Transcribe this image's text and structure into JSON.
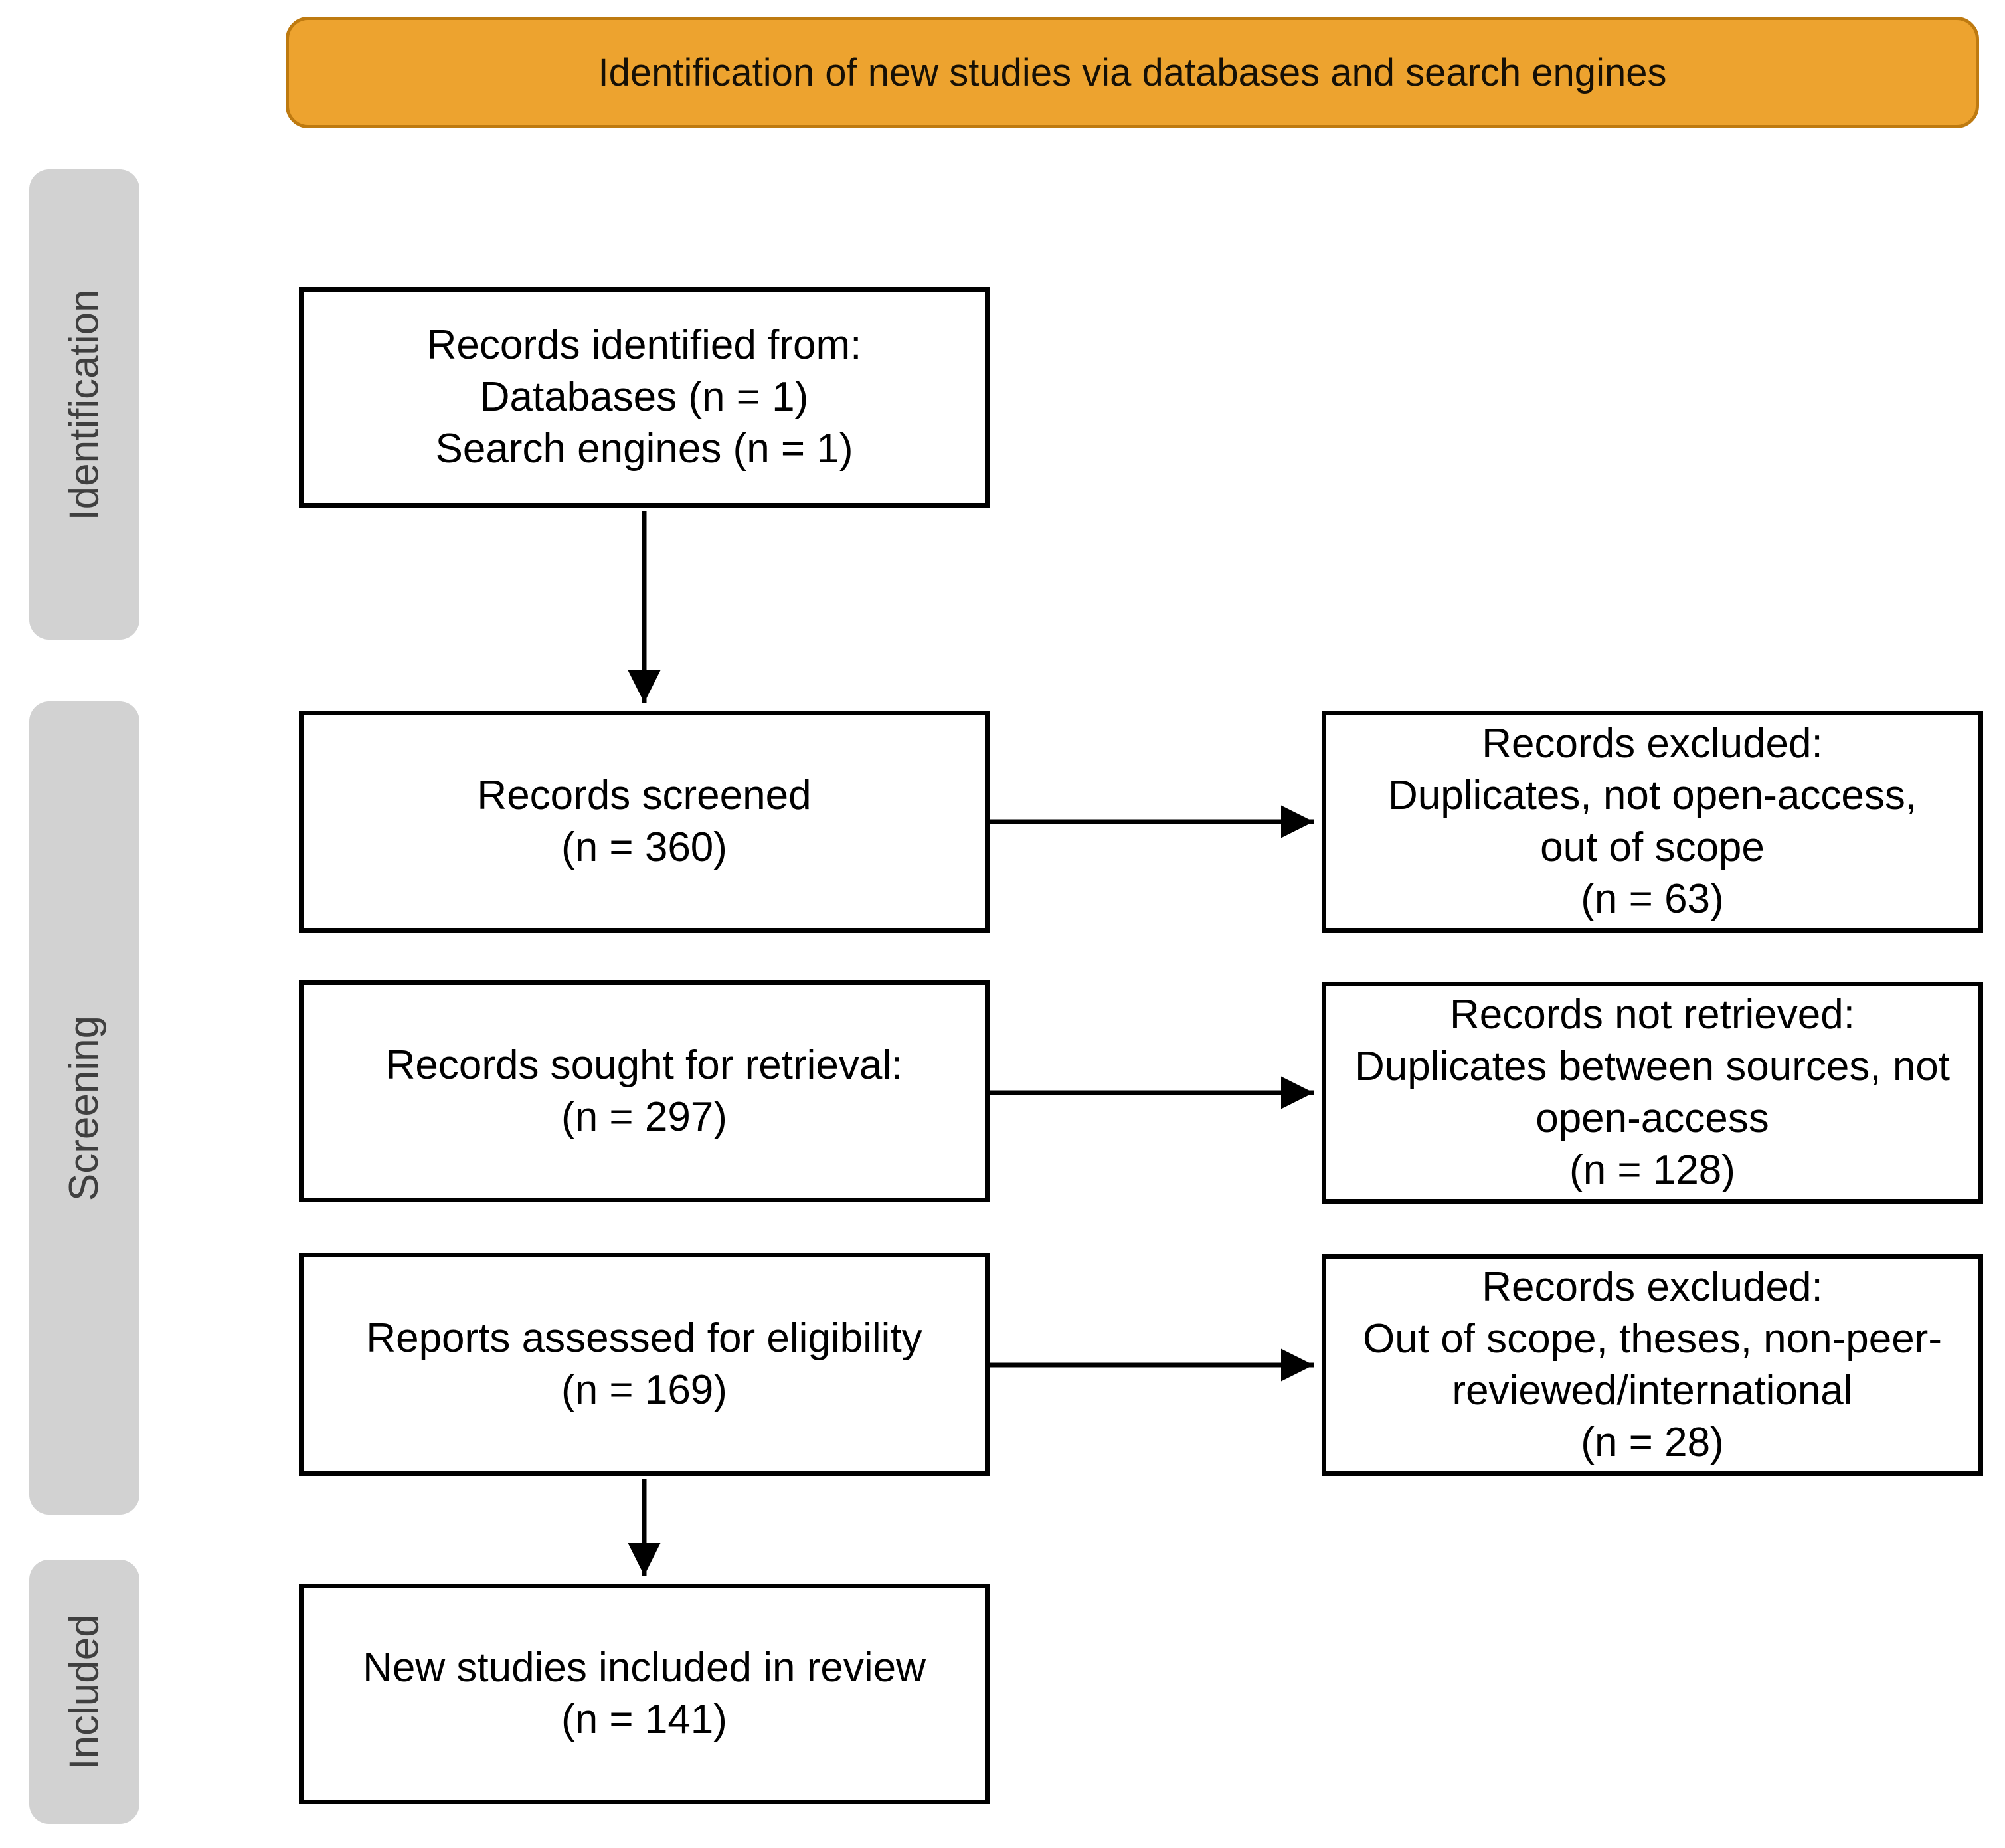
{
  "title_banner": {
    "text": "Identification of new studies via databases and search engines",
    "fill": "#EDA32F",
    "border": "#BE7A10"
  },
  "stage_labels": [
    {
      "label": "Identification"
    },
    {
      "label": "Screening"
    },
    {
      "label": "Included"
    }
  ],
  "flow": {
    "main": [
      {
        "text": "Records identified from:\nDatabases (n = 1)\nSearch engines (n = 1)"
      },
      {
        "text": "Records screened\n(n = 360)"
      },
      {
        "text": "Records sought for retrieval:\n(n = 297)"
      },
      {
        "text": "Reports assessed for eligibility\n(n = 169)"
      },
      {
        "text": "New studies included in review\n(n = 141)"
      }
    ],
    "side": [
      {
        "text": "Records excluded:\nDuplicates, not open-access,\nout of scope\n(n = 63)"
      },
      {
        "text": "Records not retrieved:\nDuplicates between sources, not\nopen-access\n(n = 128)"
      },
      {
        "text": "Records excluded:\nOut of scope, theses, non-peer-\nreviewed/international\n(n = 28)"
      }
    ]
  },
  "counts": {
    "databases": 1,
    "search_engines": 1,
    "records_screened": 360,
    "records_excluded_screening": 63,
    "records_sought_for_retrieval": 297,
    "records_not_retrieved": 128,
    "reports_assessed_for_eligibility": 169,
    "records_excluded_eligibility": 28,
    "new_studies_included_in_review": 141
  },
  "colors": {
    "stage_fill": "#D2D2D2",
    "stage_text": "#3F3F3F",
    "box_fill": "#FFFFFF",
    "box_border": "#000000",
    "arrow": "#000000"
  }
}
